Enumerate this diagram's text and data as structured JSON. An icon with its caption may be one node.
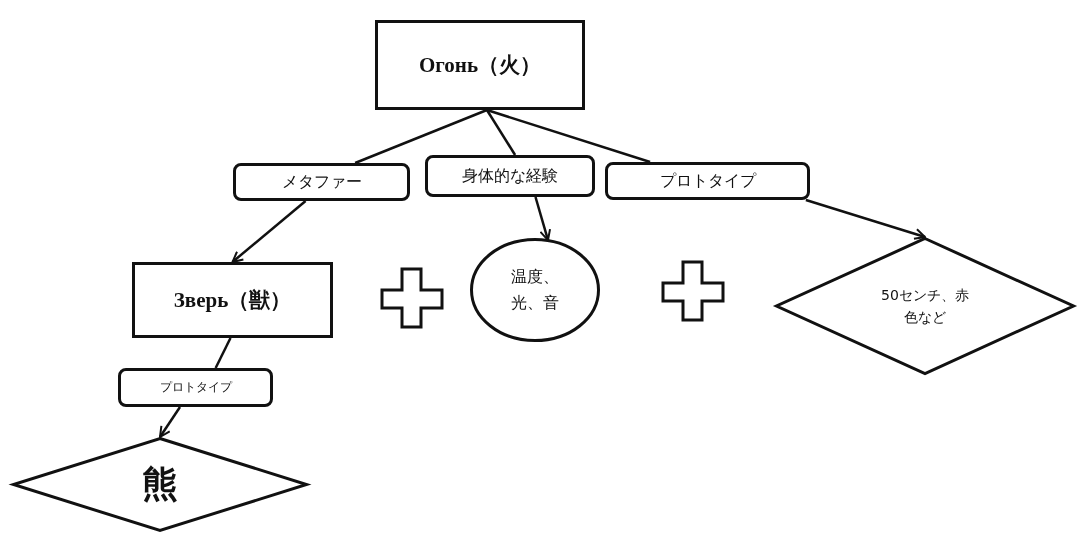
{
  "diagram": {
    "nodes": [
      {
        "text": [
          "Огонь（火）"
        ]
      },
      {
        "text": [
          "メタファー"
        ]
      },
      {
        "text": [
          "身体的な経験"
        ]
      },
      {
        "text": [
          "プロトタイプ"
        ]
      },
      {
        "text": [
          "Зверь（獣）"
        ]
      },
      {
        "text": [
          "温度、光、音"
        ]
      },
      {
        "text": [
          "50センチ、赤色など"
        ]
      },
      {
        "text": [
          "プロトタイプ"
        ]
      },
      {
        "text": [
          "熊"
        ]
      }
    ],
    "edges": [
      {
        "from": 0,
        "to": 1,
        "arrow": "none"
      },
      {
        "from": 0,
        "to": 2,
        "arrow": "none"
      },
      {
        "from": 0,
        "to": 3,
        "arrow": "none"
      },
      {
        "from": 1,
        "to": 4,
        "arrow": "to"
      },
      {
        "from": 2,
        "to": 5,
        "arrow": "to"
      },
      {
        "from": 3,
        "to": 6,
        "arrow": "to"
      },
      {
        "from": 4,
        "to": 7,
        "arrow": "none"
      },
      {
        "from": 7,
        "to": 8,
        "arrow": "to"
      }
    ]
  }
}
